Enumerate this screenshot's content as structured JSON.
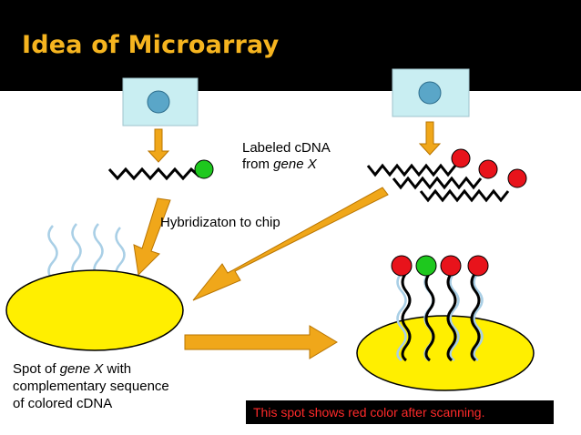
{
  "slide": {
    "title": "Idea of Microarray",
    "labeled_cdna": {
      "line1": "Labeled cDNA",
      "line2_prefix": "from ",
      "line2_gene": "gene X"
    },
    "hybridization_label": "Hybridizaton to chip",
    "spot_description": {
      "line1_prefix": "Spot of ",
      "line1_gene": "gene X",
      "line1_suffix": " with",
      "line2": "complementary sequence",
      "line3": "of colored cDNA"
    },
    "result_note": "This spot shows red color after scanning."
  },
  "colors": {
    "title_bar": "#000000",
    "title_text": "#f5b41f",
    "cell_fill": "#c9eef2",
    "nucleus": "#5aa6c8",
    "arrow_fill": "#f0a71a",
    "arrow_stroke": "#b87400",
    "spot_fill": "#ffef00",
    "red_label": "#e8131b",
    "green_label": "#1ec81e",
    "probe_strand": "#a9cfe6",
    "note_text": "#ff2a2a"
  }
}
